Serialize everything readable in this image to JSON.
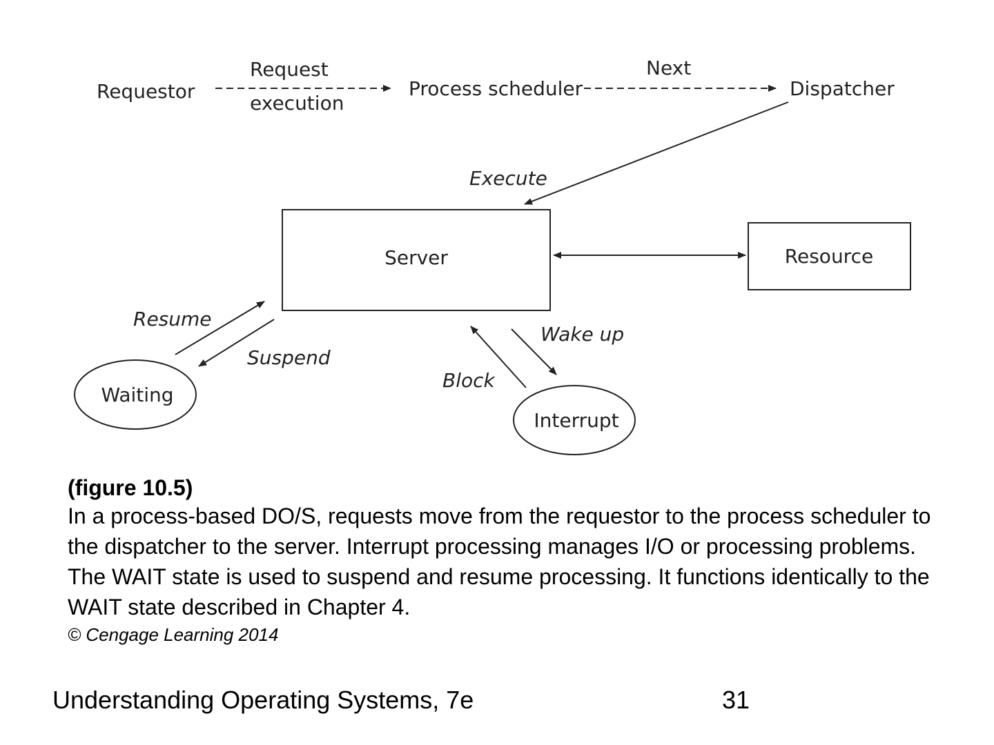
{
  "diagram": {
    "nodes": {
      "requestor": "Requestor",
      "process_scheduler": "Process scheduler",
      "dispatcher": "Dispatcher",
      "server": "Server",
      "resource": "Resource",
      "waiting": "Waiting",
      "interrupt": "Interrupt"
    },
    "edges": {
      "request_line1": "Request",
      "request_line2": "execution",
      "next": "Next",
      "execute": "Execute",
      "resume": "Resume",
      "suspend": "Suspend",
      "wake_up": "Wake up",
      "block": "Block"
    }
  },
  "caption": {
    "figure_number": "(figure 10.5)",
    "description": "In a process-based DO/S, requests move from the requestor to the process scheduler to the dispatcher to the server. Interrupt processing manages I/O or processing problems. The WAIT state is used to suspend and resume processing. It functions identically to the WAIT state described in Chapter 4.",
    "copyright": "© Cengage Learning 2014"
  },
  "footer": {
    "title": "Understanding Operating Systems, 7e",
    "page_number": "31"
  }
}
